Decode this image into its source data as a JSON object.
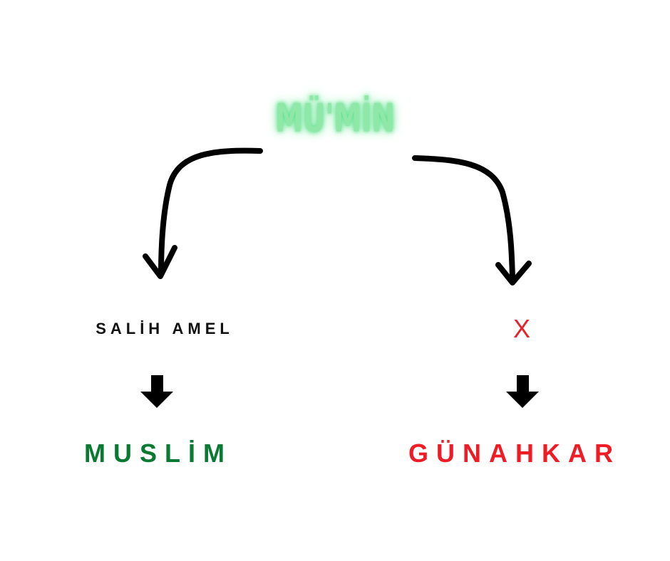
{
  "title": "MÜ'MİN",
  "left_branch": {
    "condition": "SALİH AMEL",
    "result": "MUSLİM"
  },
  "right_branch": {
    "condition": "X",
    "result": "GÜNAHKAR"
  },
  "colors": {
    "title": "#8fe8a8",
    "muslim": "#0a7a32",
    "gunahkar": "#ee1c24",
    "x": "#e8202a",
    "arrows": "#000000"
  }
}
